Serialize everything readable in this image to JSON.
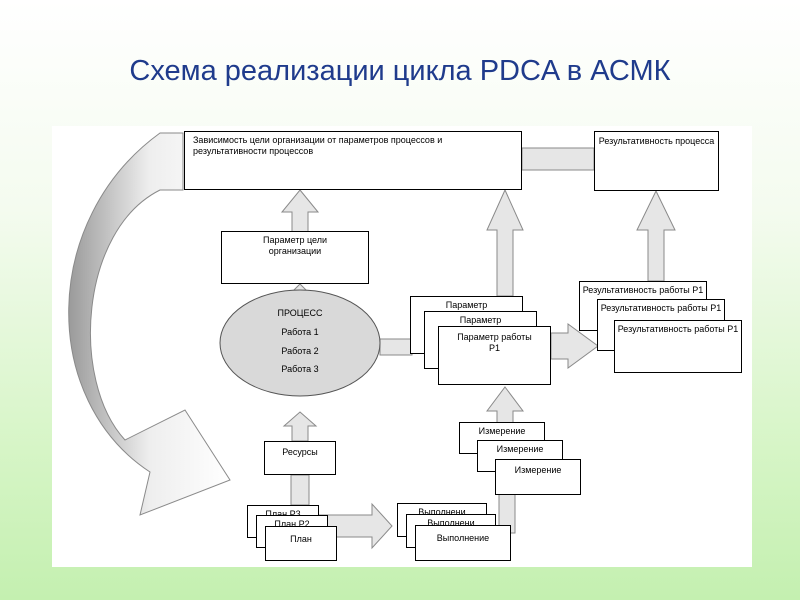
{
  "title": "Схема реализации цикла PDCA в АСМК",
  "diagram": {
    "top_box": "Зависимость цели организации от параметров процессов и результативности процессов",
    "result_box": "Результативность процесса",
    "goal_param": "Параметр цели организации",
    "process": {
      "title": "ПРОЦЕСС",
      "items": [
        "Работа 1",
        "Работа 2",
        "Работа 3"
      ]
    },
    "params": [
      "Параметр",
      "Параметр",
      "Параметр работы Р1"
    ],
    "results": [
      "Результативность работы Р1",
      "Результативность работы Р1",
      "Результативность работы Р1"
    ],
    "resources": "Ресурсы",
    "measures": [
      "Измерение",
      "Измерение",
      "Измерение"
    ],
    "plans": [
      "План Р3",
      "План Р2",
      "План"
    ],
    "executions": [
      "Выполнени",
      "Выполнени",
      "Выполнение"
    ]
  },
  "colors": {
    "title": "#1f3b8c",
    "arrow_fill": "#e6e6e6",
    "arrow_stroke": "#8a8a8a",
    "ellipse_fill": "#d9d9d9"
  }
}
